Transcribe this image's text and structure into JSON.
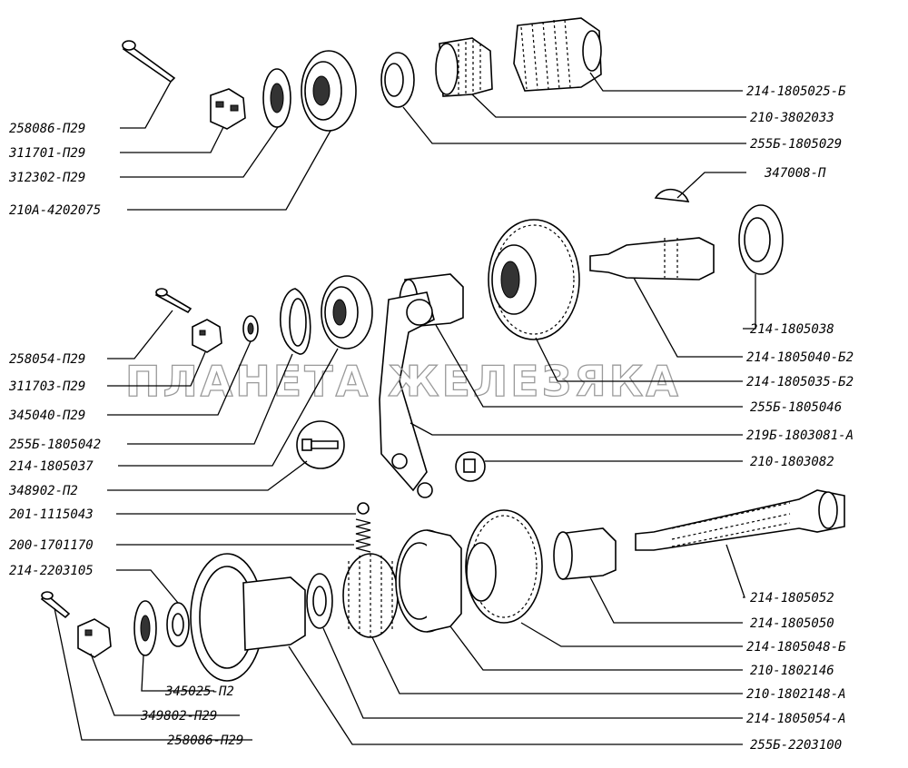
{
  "watermark": "ПЛАНЕТА ЖЕЛЕЗЯКА",
  "labels_left": [
    "258086-П29",
    "311701-П29",
    "312302-П29",
    "210А-4202075",
    "258054-П29",
    "311703-П29",
    "345040-П29",
    "255Б-1805042",
    "214-1805037",
    "348902-П2",
    "201-1115043",
    "200-1701170",
    "214-2203105",
    "345025-П2",
    "349802-П29",
    "258086-П29"
  ],
  "labels_right": [
    "214-1805025-Б",
    "210-3802033",
    "255Б-1805029",
    "347008-П",
    "214-1805038",
    "214-1805040-Б2",
    "214-1805035-Б2",
    "255Б-1805046",
    "219Б-1803081-А",
    "210-1803082",
    "214-1805052",
    "214-1805050",
    "214-1805048-Б",
    "210-1802146",
    "210-1802148-А",
    "214-1805054-А",
    "255Б-2203100"
  ]
}
